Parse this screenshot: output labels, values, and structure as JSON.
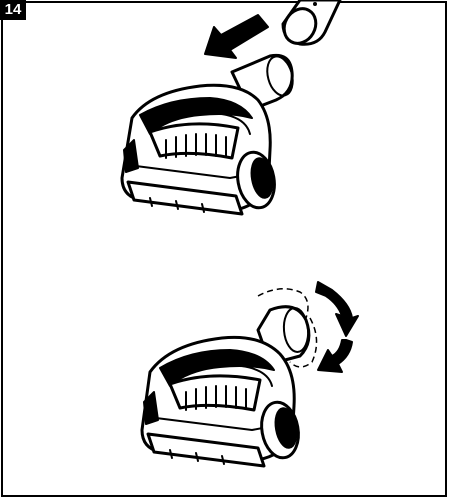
{
  "step": {
    "number": "14"
  },
  "illustrations": [
    {
      "id": "attach",
      "icons": [
        "arrow-icon",
        "hose-tube",
        "turbo-brush-nozzle"
      ]
    },
    {
      "id": "swivel",
      "icons": [
        "rotate-arrows-icon",
        "turbo-brush-nozzle"
      ]
    }
  ]
}
